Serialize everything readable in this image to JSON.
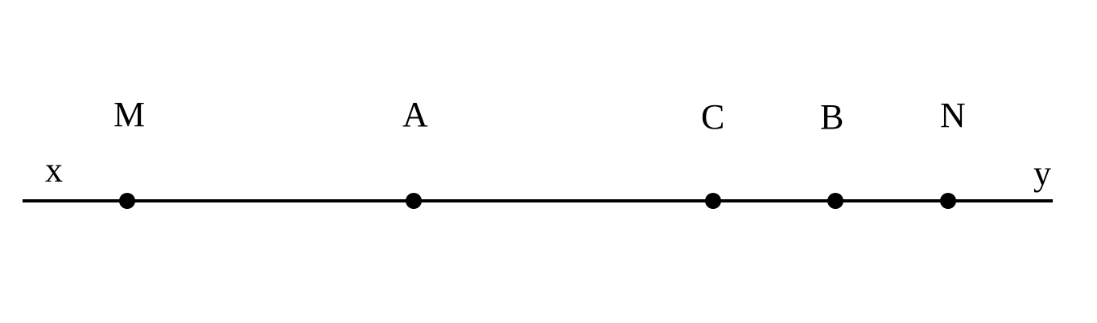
{
  "diagram": {
    "line": {
      "start_label": "x",
      "end_label": "y"
    },
    "points": [
      {
        "label": "M"
      },
      {
        "label": "A"
      },
      {
        "label": "C"
      },
      {
        "label": "B"
      },
      {
        "label": "N"
      }
    ],
    "colors": {
      "ink": "#000000",
      "background": "#ffffff"
    }
  }
}
